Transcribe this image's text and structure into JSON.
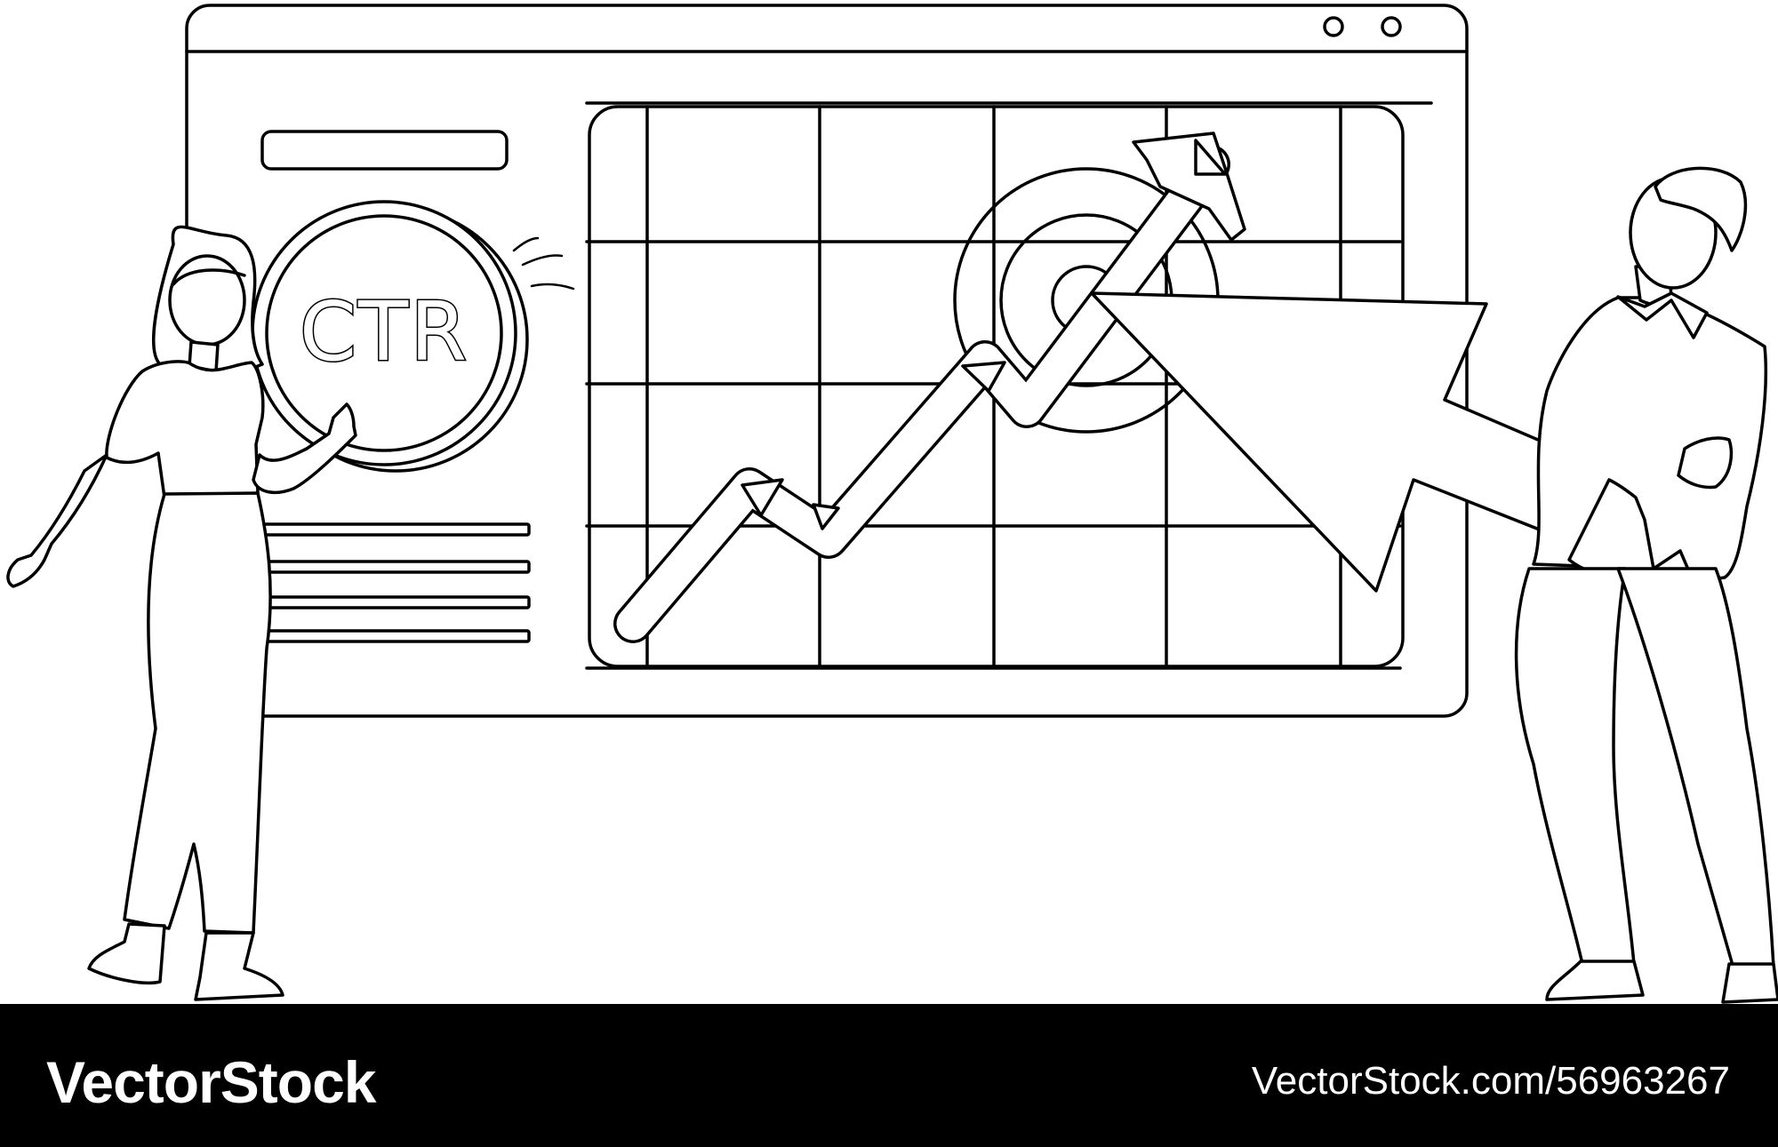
{
  "illustration": {
    "badge_text": "CTR",
    "colors": {
      "line": "#000000",
      "fill": "#ffffff"
    }
  },
  "footer": {
    "brand": "VectorStock",
    "image_ref": "VectorStock.com/56963267",
    "background": "#000000",
    "text_color": "#ffffff"
  }
}
